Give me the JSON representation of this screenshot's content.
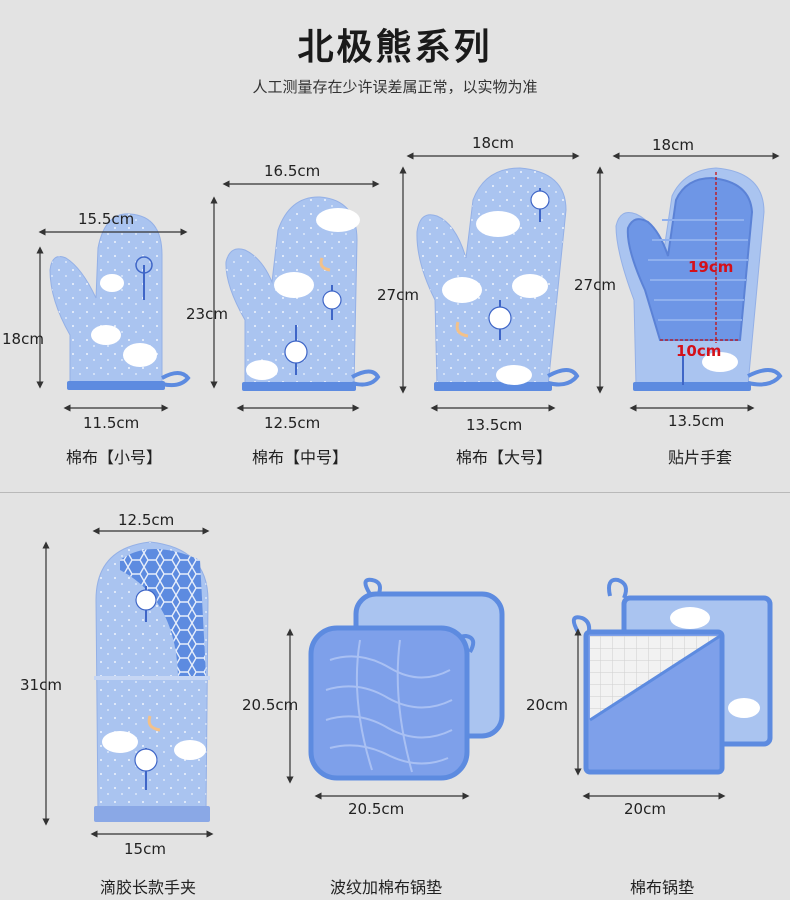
{
  "header": {
    "title": "北极熊系列",
    "subtitle": "人工测量存在少许误差属正常，以实物为准"
  },
  "products": [
    {
      "caption": "棉布【小号】",
      "width_top": "15.5cm",
      "height": "18cm",
      "width_bottom": "11.5cm"
    },
    {
      "caption": "棉布【中号】",
      "width_top": "16.5cm",
      "height": "23cm",
      "width_bottom": "12.5cm"
    },
    {
      "caption": "棉布【大号】",
      "width_top": "18cm",
      "height": "27cm",
      "width_bottom": "13.5cm"
    },
    {
      "caption": "贴片手套",
      "width_top": "18cm",
      "height": "27cm",
      "width_bottom": "13.5cm",
      "inner_height": "19cm",
      "inner_width": "10cm"
    },
    {
      "caption": "滴胶长款手夹",
      "width_top": "12.5cm",
      "height": "31cm",
      "width_bottom": "15cm"
    },
    {
      "caption": "波纹加棉布锅垫",
      "height": "20.5cm",
      "width_bottom": "20.5cm"
    },
    {
      "caption": "棉布锅垫",
      "height": "20cm",
      "width_bottom": "20cm"
    }
  ],
  "colors": {
    "fabric": "#aac4f0",
    "fabric_light": "#bdd2f5",
    "trim": "#5d8be0",
    "silicone": "#6e96e6",
    "silicone_text": "#d4101a",
    "background": "#e3e3e3"
  }
}
